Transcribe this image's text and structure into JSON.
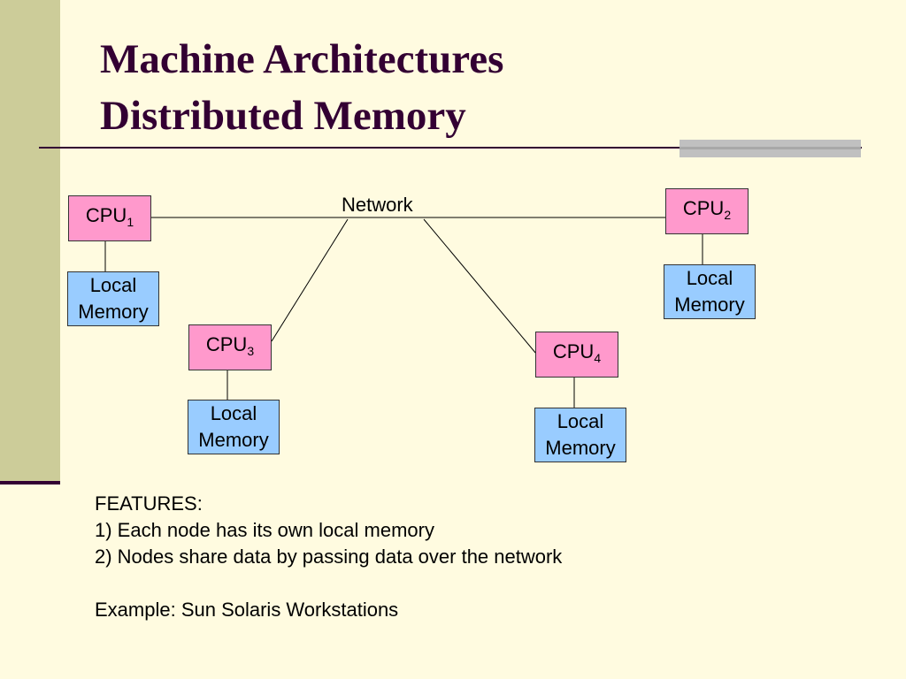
{
  "title": {
    "line1": "Machine Architectures",
    "line2": "Distributed Memory"
  },
  "network": {
    "label": "Network"
  },
  "nodes": [
    {
      "cpu": "CPU",
      "sub": "1",
      "memory_line1": "Local",
      "memory_line2": "Memory"
    },
    {
      "cpu": "CPU",
      "sub": "2",
      "memory_line1": "Local",
      "memory_line2": "Memory"
    },
    {
      "cpu": "CPU",
      "sub": "3",
      "memory_line1": "Local",
      "memory_line2": "Memory"
    },
    {
      "cpu": "CPU",
      "sub": "4",
      "memory_line1": "Local",
      "memory_line2": "Memory"
    }
  ],
  "features": {
    "heading": "FEATURES:",
    "items": [
      "1) Each node has its own local memory",
      "2) Nodes share data by passing data over the network"
    ],
    "example": "Example: Sun Solaris Workstations"
  },
  "colors": {
    "background": "#fffbe0",
    "strip": "#cccc99",
    "title": "#330033",
    "cpu_fill": "#ff99cc",
    "memory_fill": "#99ccff"
  }
}
